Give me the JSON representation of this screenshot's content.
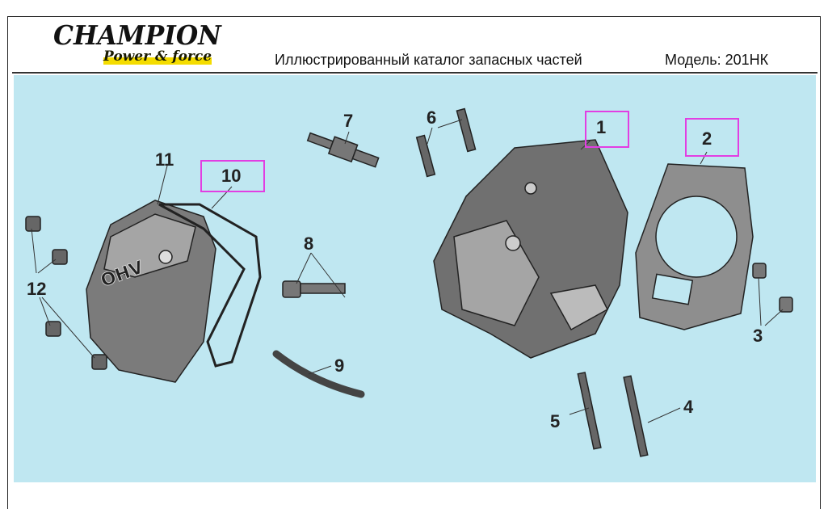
{
  "header": {
    "logo_brand": "CHAMPION",
    "logo_tagline": "Power & force",
    "title": "Иллюстрированный каталог запасных частей",
    "model": "Модель: 201НК"
  },
  "diagram": {
    "highlight_color": "#e23ee2",
    "background_color": "#bfe7f1",
    "callouts": [
      "1",
      "2",
      "3",
      "4",
      "5",
      "6",
      "7",
      "8",
      "9",
      "10",
      "11",
      "12"
    ],
    "highlighted_callouts": [
      "1",
      "2",
      "10"
    ]
  }
}
